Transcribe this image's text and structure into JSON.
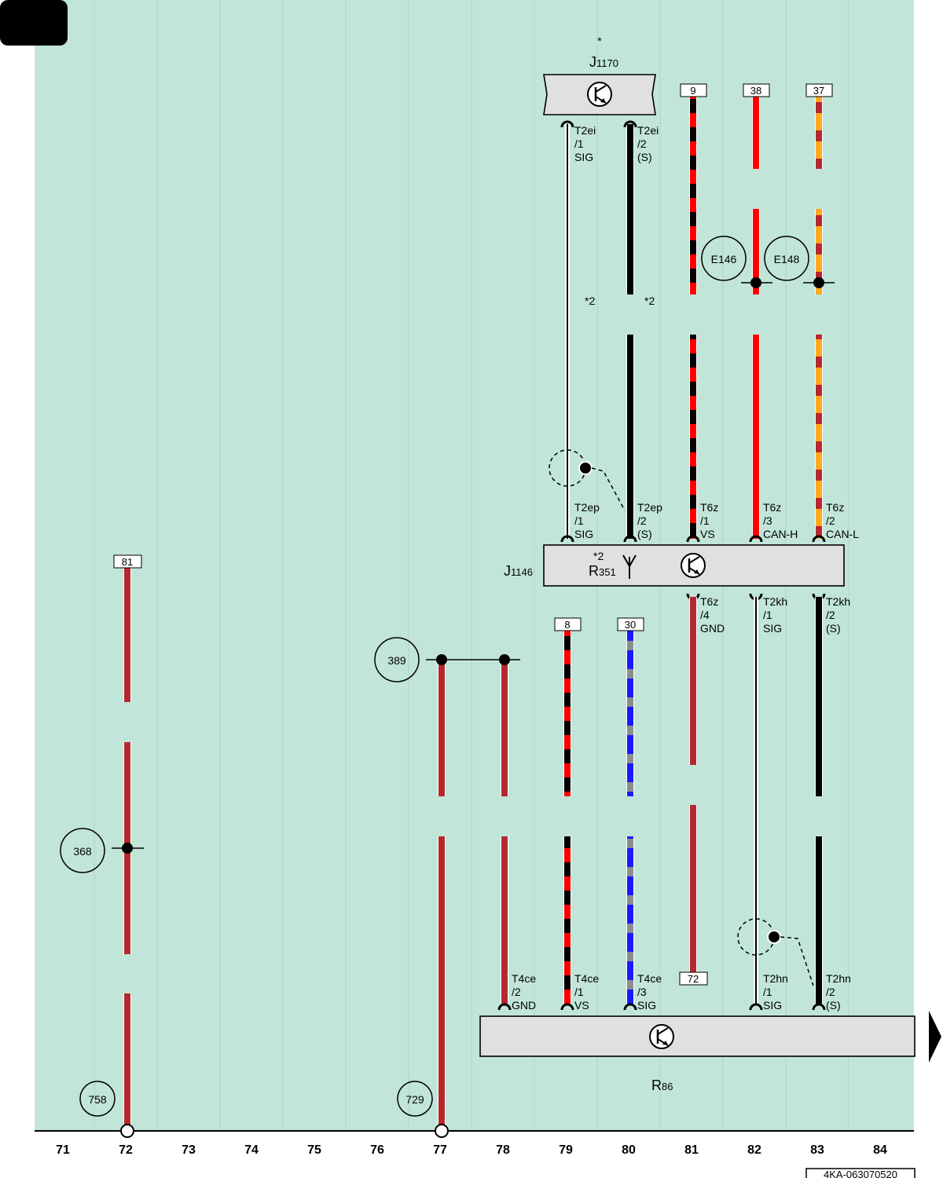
{
  "page_tab": "",
  "doc_code": "4KA-063070520",
  "columns": [
    "71",
    "72",
    "73",
    "74",
    "75",
    "76",
    "77",
    "78",
    "79",
    "80",
    "81",
    "82",
    "83",
    "84"
  ],
  "colors": {
    "background": "#c1e5d9",
    "brown": "#b5282e",
    "red": "#ff0000",
    "black": "#000000",
    "orange": "#ffaa22",
    "blue": "#1a1aff",
    "grey": "#8c8c8c",
    "component": "#e0e0e0"
  },
  "components": {
    "j1170": {
      "name": "J",
      "sub": "1170",
      "star": "*",
      "icon": "transistor-icon"
    },
    "j1146": {
      "name": "J",
      "sub": "1146",
      "icon": "transistor-icon"
    },
    "r351": {
      "name": "R",
      "sub": "351",
      "star2": "*2",
      "icon": "antenna-icon"
    },
    "r86": {
      "name": "R",
      "sub": "86",
      "icon": "transistor-icon"
    }
  },
  "references": {
    "e146": "E146",
    "e148": "E148",
    "c389": "389",
    "c368": "368",
    "c758": "758",
    "c729": "729",
    "star2_left": "*2",
    "star2_right": "*2"
  },
  "wire_boxes": {
    "w81_col72": "81",
    "w9": "9",
    "w38": "38",
    "w37": "37",
    "w8": "8",
    "w30": "30",
    "w72": "72"
  },
  "pins": {
    "t2ei_1": [
      "T2ei",
      "/1",
      "SIG"
    ],
    "t2ei_2": [
      "T2ei",
      "/2",
      "(S)"
    ],
    "t2ep_1": [
      "T2ep",
      "/1",
      "SIG"
    ],
    "t2ep_2": [
      "T2ep",
      "/2",
      "(S)"
    ],
    "t6z_1": [
      "T6z",
      "/1",
      "VS"
    ],
    "t6z_3": [
      "T6z",
      "/3",
      "CAN-H"
    ],
    "t6z_2": [
      "T6z",
      "/2",
      "CAN-L"
    ],
    "t6z_4": [
      "T6z",
      "/4",
      "GND"
    ],
    "t2kh_1": [
      "T2kh",
      "/1",
      "SIG"
    ],
    "t2kh_2": [
      "T2kh",
      "/2",
      "(S)"
    ],
    "t4ce_2": [
      "T4ce",
      "/2",
      "GND"
    ],
    "t4ce_1": [
      "T4ce",
      "/1",
      "VS"
    ],
    "t4ce_3": [
      "T4ce",
      "/3",
      "SIG"
    ],
    "t2hn_1": [
      "T2hn",
      "/1",
      "SIG"
    ],
    "t2hn_2": [
      "T2hn",
      "/2",
      "(S)"
    ]
  }
}
